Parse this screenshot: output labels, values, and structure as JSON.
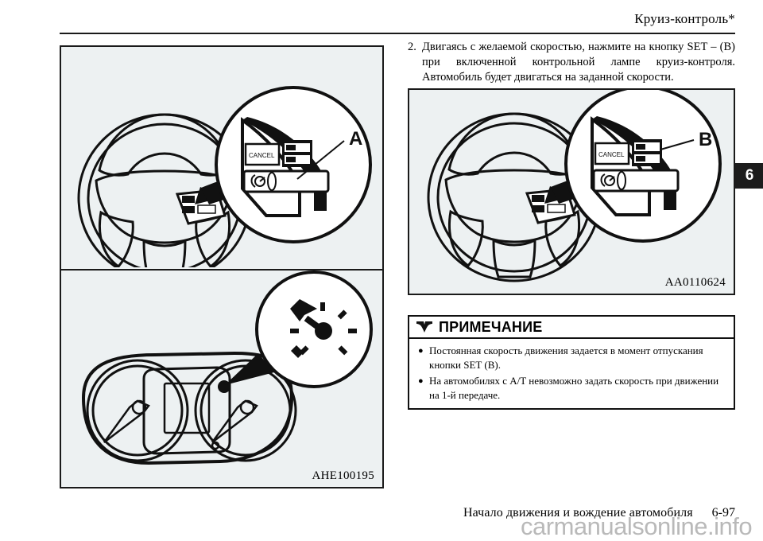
{
  "header": {
    "title": "Круиз-контроль*"
  },
  "chapter_tab": {
    "number": "6"
  },
  "figures": {
    "left": {
      "code": "AHE100195",
      "callout_label": "A",
      "cancel_label": "CANCEL"
    },
    "right": {
      "code": "AA0110624",
      "callout_label": "B",
      "cancel_label": "CANCEL"
    }
  },
  "instruction": {
    "number": "2.",
    "line1": "Двигаясь с желаемой скоростью, нажмите на кнопку SET –",
    "line2": "(B) при включенной контрольной лампе круиз-контроля.",
    "line3": "Автомобиль будет двигаться на заданной скорости."
  },
  "note": {
    "icon": "open-book-icon",
    "title": "ПРИМЕЧАНИЕ",
    "items": [
      {
        "line1": "Постоянная скорость движения задается в момент отпускания",
        "line2": "кнопки SET (B)."
      },
      {
        "line1": "На автомобилях с A/T невозможно задать скорость при движении",
        "line2": "на 1-й передаче."
      }
    ]
  },
  "footer": {
    "section": "Начало движения и вождение автомобиля",
    "page": "6-97"
  },
  "watermark": {
    "text": "carmanualsonline.info"
  }
}
